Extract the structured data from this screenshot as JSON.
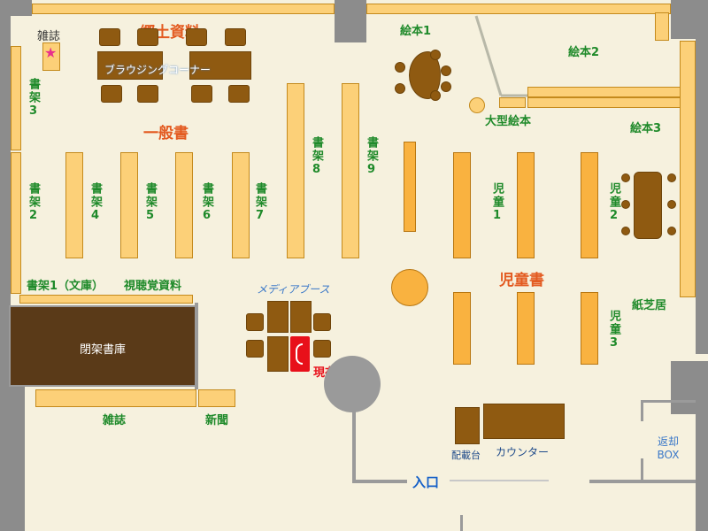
{
  "map": {
    "areas": {
      "local_history": "郷土資料",
      "browsing_corner": "ブラウジングコーナー",
      "general_books": "一般書",
      "children_books": "児童書",
      "media_booth": "メディアブース",
      "closed_stacks": "閉架書庫"
    },
    "labels": {
      "magazines_top": "雑誌",
      "shelf_3": "書架3",
      "shelf_2": "書架2",
      "shelf_4": "書架4",
      "shelf_5": "書架5",
      "shelf_6": "書架6",
      "shelf_7": "書架7",
      "shelf_8": "書架8",
      "shelf_9": "書架9",
      "shelf_1_bunko": "書架1（文庫）",
      "av_materials": "視聴覚資料",
      "picture_books_1": "絵本1",
      "picture_books_2": "絵本2",
      "picture_books_3": "絵本3",
      "large_picture_books": "大型絵本",
      "children_1": "児童1",
      "children_2": "児童2",
      "children_3": "児童3",
      "kamishibai": "紙芝居",
      "magazines_bottom": "雑誌",
      "newspapers": "新聞",
      "current_location": "現在地",
      "distribution_desk": "配載台",
      "counter": "カウンター",
      "entrance": "入口",
      "return_box": "返却BOX"
    },
    "colors": {
      "floor": "#f6f1de",
      "wall": "#8c8c8c",
      "shelf": "#fcd078",
      "children_shelf": "#f9b240",
      "furniture": "#8f5a11",
      "closed_stacks": "#5a3a18",
      "current_location": "#e8101a",
      "entrance_label": "#1560c8"
    }
  }
}
